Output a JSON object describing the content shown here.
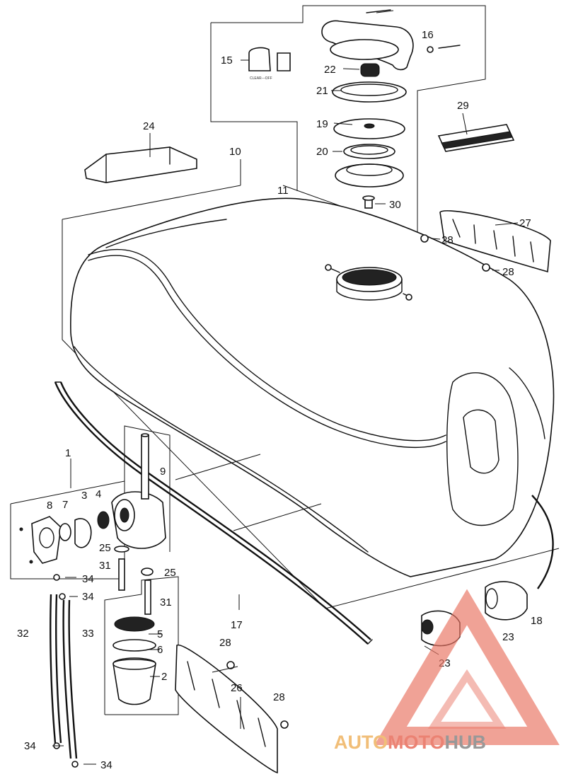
{
  "callouts": {
    "c1": "1",
    "c2": "2",
    "c3": "3",
    "c4": "4",
    "c5": "5",
    "c6": "6",
    "c7": "7",
    "c8": "8",
    "c9": "9",
    "c10": "10",
    "c11": "11",
    "c15": "15",
    "c16": "16",
    "c17": "17",
    "c18": "18",
    "c19": "19",
    "c20": "20",
    "c21": "21",
    "c22": "22",
    "c23a": "23",
    "c23b": "23",
    "c24": "24",
    "c25a": "25",
    "c25b": "25",
    "c26": "26",
    "c27": "27",
    "c28a": "28",
    "c28b": "28",
    "c28c": "28",
    "c28d": "28",
    "c29": "29",
    "c30": "30",
    "c31a": "31",
    "c31b": "31",
    "c32": "32",
    "c33": "33",
    "c34a": "34",
    "c34b": "34",
    "c34c": "34",
    "c34d": "34"
  },
  "fuel_cock_caption": "CLEAR---OFF",
  "watermark": {
    "part1": "AUTO",
    "part2": "MOTO",
    "part3": "HUB",
    "color_auto": "#f0b86a",
    "color_moto": "#e97564",
    "color_hub": "#8d8d8d",
    "triangle_color": "#e97564"
  }
}
